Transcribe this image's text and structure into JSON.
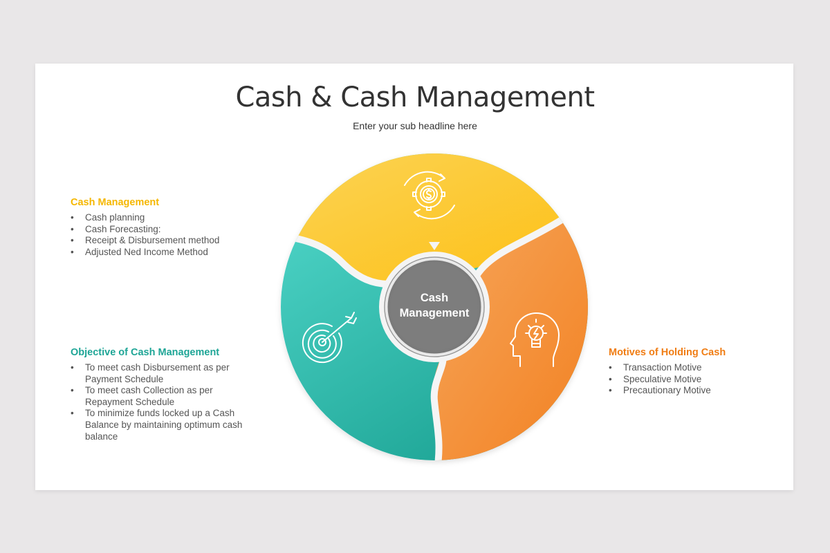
{
  "header": {
    "title": "Cash & Cash Management",
    "subtitle": "Enter your sub headline here"
  },
  "diagram": {
    "center_label_line1": "Cash",
    "center_label_line2": "Management",
    "segments": [
      {
        "name": "Cash Management",
        "color_start": "#fcd55a",
        "color_end": "#fdbf12",
        "icon": "gear-dollar-cycle-icon"
      },
      {
        "name": "Motives of Holding Cash",
        "color_start": "#f6a55a",
        "color_end": "#f27f1e",
        "icon": "head-lightbulb-icon"
      },
      {
        "name": "Objective of Cash Management",
        "color_start": "#56dccf",
        "color_end": "#1ea596",
        "icon": "target-arrow-icon"
      }
    ],
    "center_color": "#7d7d7d"
  },
  "blocks": {
    "cash_management": {
      "heading": "Cash Management",
      "color": "#f5b700",
      "items": [
        "Cash planning",
        "Cash Forecasting:",
        "Receipt & Disbursement method",
        "Adjusted Ned Income Method"
      ]
    },
    "objective": {
      "heading": "Objective of Cash Management",
      "color": "#1ea596",
      "items": [
        "To meet cash Disbursement as per Payment Schedule",
        "To meet cash Collection as per Repayment Schedule",
        "To minimize funds locked up a Cash Balance by maintaining optimum cash balance"
      ]
    },
    "motives": {
      "heading": "Motives of Holding Cash",
      "color": "#f07d14",
      "items": [
        "Transaction Motive",
        "Speculative Motive",
        "Precautionary Motive"
      ]
    }
  }
}
